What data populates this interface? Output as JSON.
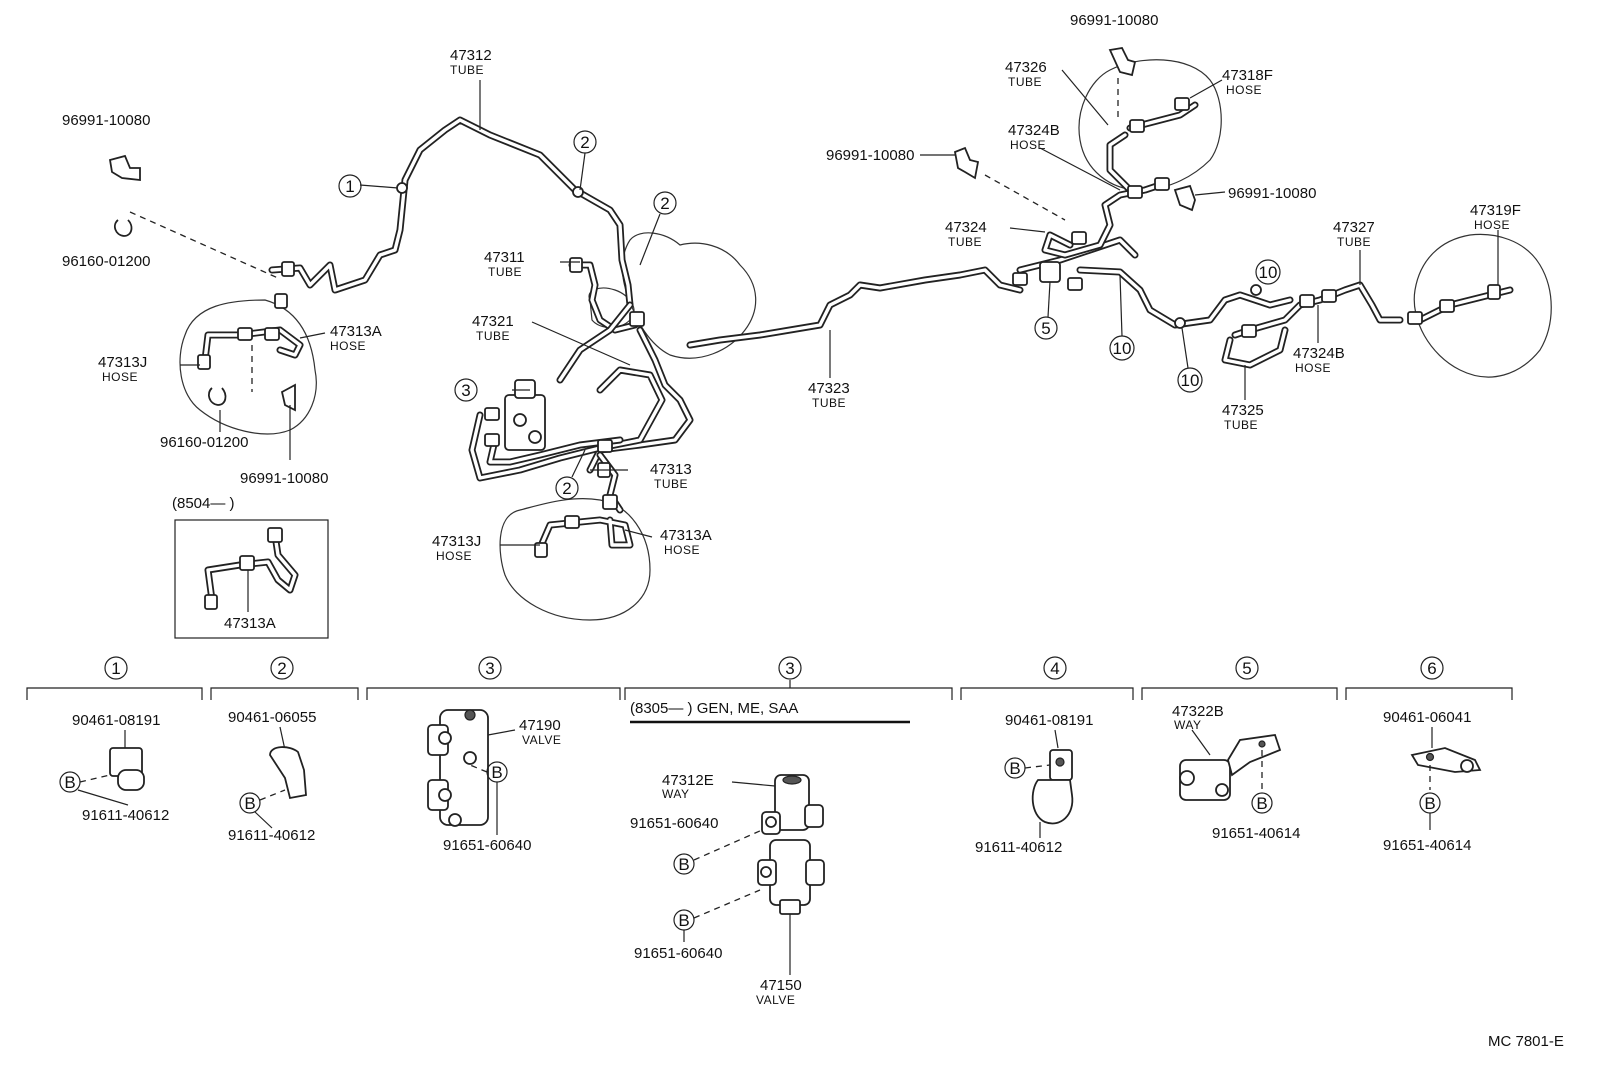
{
  "labels": {
    "p96991_top_left": "96991-10080",
    "p96160_top": "96160-01200",
    "p47312": "47312",
    "p47312_type": "TUBE",
    "p47313A_left": "47313A",
    "p47313A_left_type": "HOSE",
    "p47313J_left": "47313J",
    "p47313J_left_type": "HOSE",
    "p96160_bottom": "96160-01200",
    "p96991_left_bottom": "96991-10080",
    "p47311": "47311",
    "p47311_type": "TUBE",
    "p47321": "47321",
    "p47321_type": "TUBE",
    "p47313": "47313",
    "p47313_type": "TUBE",
    "p47313J_mid": "47313J",
    "p47313J_mid_type": "HOSE",
    "p47313A_mid": "47313A",
    "p47313A_mid_type": "HOSE",
    "p47323": "47323",
    "p47323_type": "TUBE",
    "p96991_top_right": "96991-10080",
    "p47326": "47326",
    "p47326_type": "TUBE",
    "p47318F": "47318F",
    "p47318F_type": "HOSE",
    "p47324B_top": "47324B",
    "p47324B_top_type": "HOSE",
    "p96991_mid_left": "96991-10080",
    "p96991_mid_right": "96991-10080",
    "p47324": "47324",
    "p47324_type": "TUBE",
    "p47327": "47327",
    "p47327_type": "TUBE",
    "p47319F": "47319F",
    "p47319F_type": "HOSE",
    "p47324B_bottom": "47324B",
    "p47324B_bottom_type": "HOSE",
    "p47325": "47325",
    "p47325_type": "TUBE"
  },
  "inset": {
    "range": "(8504—     )",
    "part": "47313A"
  },
  "callouts": {
    "c1": "1",
    "c2a": "2",
    "c2b": "2",
    "c2c": "2",
    "c3": "3",
    "c5": "5",
    "c10a": "10",
    "c10b": "10",
    "c10c": "10"
  },
  "details": {
    "d1": {
      "num": "1",
      "top": "90461-08191",
      "bottom": "91611-40612",
      "b": "B"
    },
    "d2": {
      "num": "2",
      "top": "90461-06055",
      "bottom": "91611-40612",
      "b": "B"
    },
    "d3": {
      "num": "3",
      "valve": "47190",
      "valve_type": "VALVE",
      "bottom": "91651-60640",
      "b": "B"
    },
    "d3b": {
      "num": "3",
      "range": "(8305—      ) GEN, ME, SAA",
      "way": "47312E",
      "way_type": "WAY",
      "bolt1": "91651-60640",
      "bolt2": "91651-60640",
      "valve": "47150",
      "valve_type": "VALVE",
      "b": "B"
    },
    "d4": {
      "num": "4",
      "top": "90461-08191",
      "bottom": "91611-40612",
      "b": "B"
    },
    "d5": {
      "num": "5",
      "way": "47322B",
      "way_type": "WAY",
      "bottom": "91651-40614",
      "b": "B"
    },
    "d6": {
      "num": "6",
      "top": "90461-06041",
      "bottom": "91651-40614",
      "b": "B"
    }
  },
  "footer_code": "MC 7801-E"
}
